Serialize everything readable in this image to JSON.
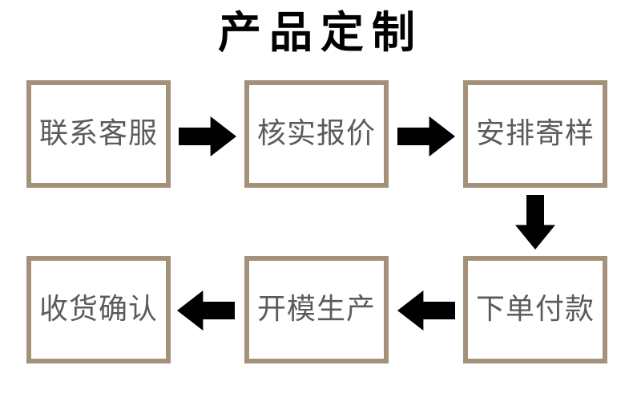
{
  "title": "产品定制",
  "colors": {
    "box_border": "#a4917a",
    "box_fill": "#ffffff",
    "box_text": "#5b5b5b",
    "title_text": "#000000",
    "arrow": "#000000",
    "background": "#ffffff"
  },
  "steps": [
    {
      "id": "step-1",
      "label": "联系客服",
      "order": 1
    },
    {
      "id": "step-2",
      "label": "核实报价",
      "order": 2
    },
    {
      "id": "step-3",
      "label": "安排寄样",
      "order": 3
    },
    {
      "id": "step-4",
      "label": "下单付款",
      "order": 4
    },
    {
      "id": "step-5",
      "label": "开模生产",
      "order": 5
    },
    {
      "id": "step-6",
      "label": "收货确认",
      "order": 6
    }
  ],
  "connectors": [
    {
      "id": "connector-1",
      "direction": "right",
      "from": "step-1",
      "to": "step-2"
    },
    {
      "id": "connector-2",
      "direction": "right",
      "from": "step-2",
      "to": "step-3"
    },
    {
      "id": "connector-3",
      "direction": "down",
      "from": "step-3",
      "to": "step-4"
    },
    {
      "id": "connector-4",
      "direction": "left",
      "from": "step-4",
      "to": "step-5"
    },
    {
      "id": "connector-5",
      "direction": "left",
      "from": "step-5",
      "to": "step-6"
    }
  ]
}
